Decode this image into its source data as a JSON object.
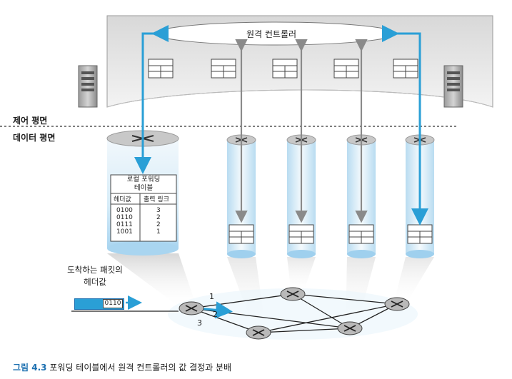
{
  "controller_label": "원격 컨트롤러",
  "control_plane_label": "제어 평면",
  "data_plane_label": "데이터 평면",
  "local_table": {
    "title_line1": "로컬 포워딩",
    "title_line2": "테이블",
    "col_header": "헤더값",
    "col_link": "출력 링크",
    "rows": [
      {
        "header": "0100",
        "link": "3"
      },
      {
        "header": "0110",
        "link": "2"
      },
      {
        "header": "0111",
        "link": "2"
      },
      {
        "header": "1001",
        "link": "1"
      }
    ]
  },
  "arriving_label_line1": "도착하는 패킷의",
  "arriving_label_line2": "헤더값",
  "packet_header_value": "0110",
  "link_numbers": [
    "1",
    "2",
    "3"
  ],
  "caption": {
    "figure_no": "그림 4.3",
    "text": "포워딩 테이블에서 원격 컨트롤러의 값 결정과 분배"
  },
  "colors": {
    "accent_blue": "#2a9fd6",
    "gray_arrow": "#8a8a8a",
    "cylinder_light": "#cfe7f6",
    "panel_gray": "#e2e2e2"
  },
  "icons": [
    "server-icon",
    "router-icon"
  ]
}
